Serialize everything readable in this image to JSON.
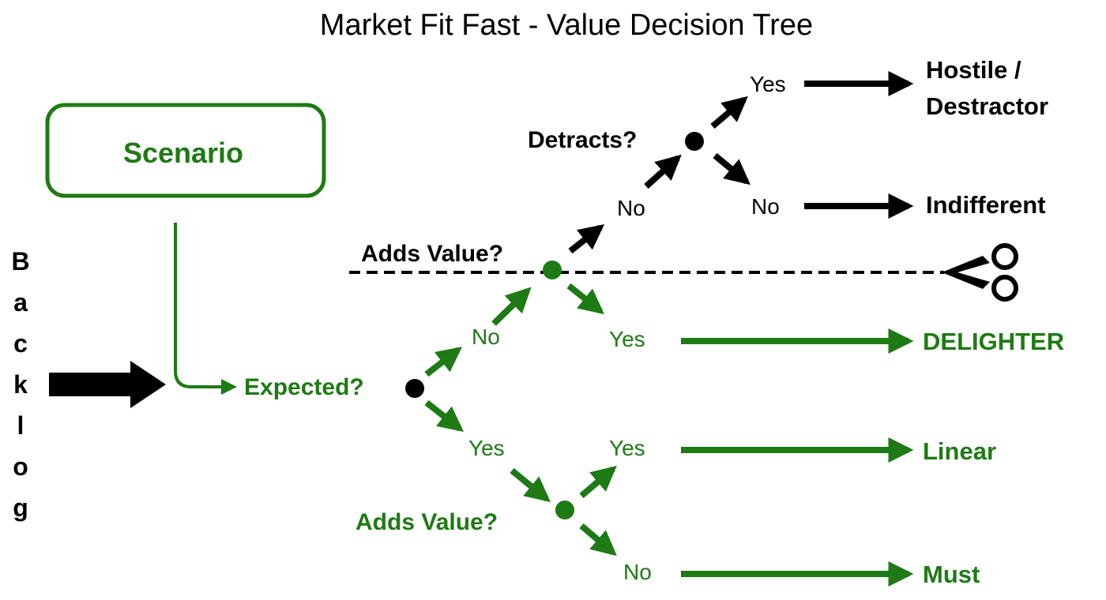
{
  "title": "Market Fit Fast  - Value Decision Tree",
  "colors": {
    "green": "#1e7a14",
    "black": "#000000"
  },
  "scenario": {
    "label": "Scenario"
  },
  "backlog": {
    "letters": [
      "B",
      "a",
      "c",
      "k",
      "l",
      "o",
      "g"
    ]
  },
  "nodes": {
    "expected": {
      "label": "Expected?"
    },
    "adds_value_top": {
      "label": "Adds Value?"
    },
    "adds_value_bottom": {
      "label": "Adds Value?"
    },
    "detracts": {
      "label": "Detracts?"
    }
  },
  "branches": {
    "expected_no": "No",
    "expected_yes": "Yes",
    "adds_value_top_no": "No",
    "adds_value_top_yes": "Yes",
    "adds_value_bottom_yes": "Yes",
    "adds_value_bottom_no": "No",
    "detracts_yes": "Yes",
    "detracts_no": "No"
  },
  "outcomes": {
    "hostile_line1": "Hostile /",
    "hostile_line2": "Destractor",
    "indifferent": "Indifferent",
    "delighter": "DELIGHTER",
    "linear": "Linear",
    "must": "Must"
  },
  "icons": {
    "cut_line": "scissors-icon"
  }
}
